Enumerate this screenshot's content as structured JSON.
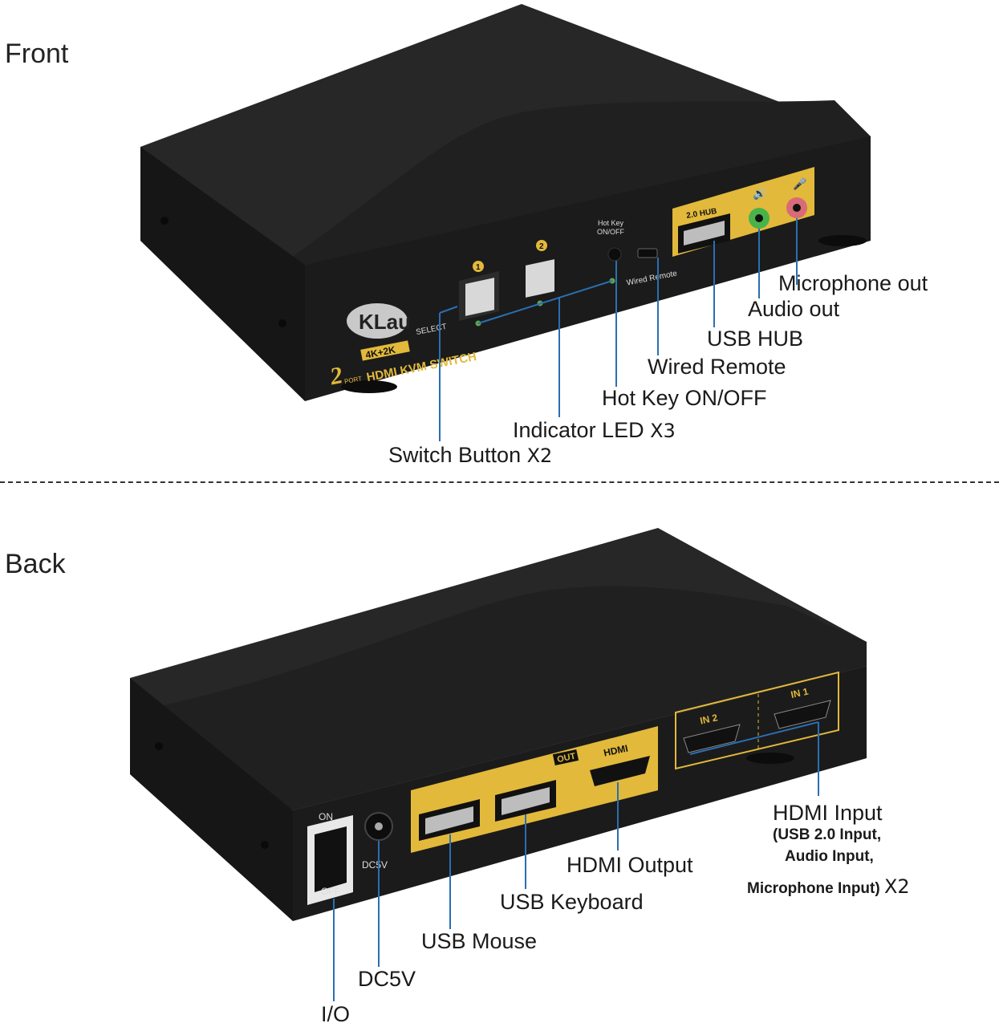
{
  "front": {
    "title": "Front",
    "device_labels": {
      "brand": "KLau",
      "badge": "4K+2K",
      "product": "HDMI KVM SWITCH",
      "port_count": "2",
      "port_word": "PORT",
      "select": "SELECT",
      "button1": "1",
      "button2": "2",
      "hotkey": "Hot Key\nON/OFF",
      "wired_remote": "Wired Remote",
      "hub": "2.0 HUB"
    },
    "callouts": {
      "microphone_out": "Microphone out",
      "audio_out": "Audio out",
      "usb_hub": "USB HUB",
      "wired_remote": "Wired Remote",
      "hotkey": "Hot Key ON/OFF",
      "indicator": "Indicator LED",
      "indicator_count": "X3",
      "switch": "Switch Button",
      "switch_count": "X2"
    }
  },
  "back": {
    "title": "Back",
    "device_labels": {
      "on": "ON",
      "off": "OFF",
      "dc": "DC5V",
      "out": "OUT",
      "hdmi": "HDMI",
      "in1": "IN 1",
      "in2": "IN 2"
    },
    "callouts": {
      "hdmi_input": "HDMI Input",
      "hdmi_input_note1": "(USB 2.0 Input,",
      "hdmi_input_note2": "Audio Input,",
      "hdmi_input_note3": "Microphone Input)",
      "hdmi_input_count": "X2",
      "hdmi_output": "HDMI Output",
      "usb_keyboard": "USB Keyboard",
      "usb_mouse": "USB Mouse",
      "dc5v": "DC5V",
      "io": "I/O"
    }
  },
  "colors": {
    "body": "#1c1c1c",
    "top": "#2a2a2a",
    "gold": "#e2b93b",
    "leader": "#2a6fb3"
  }
}
